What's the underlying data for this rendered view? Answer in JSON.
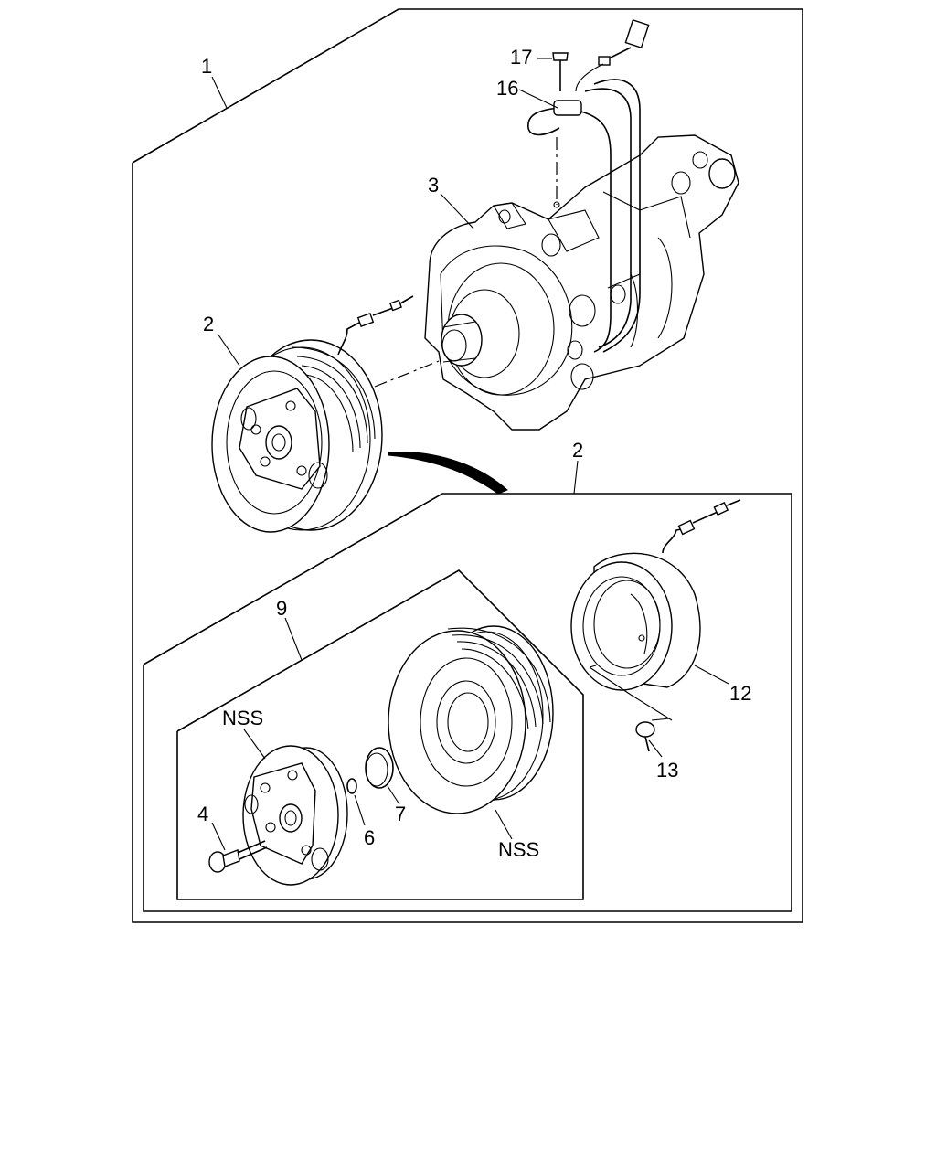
{
  "callouts": {
    "c1": "1",
    "c2_top": "2",
    "c2_group": "2",
    "c3": "3",
    "c4": "4",
    "c6": "6",
    "c7": "7",
    "c9": "9",
    "c12": "12",
    "c13": "13",
    "c16": "16",
    "c17": "17",
    "nss_plate": "NSS",
    "nss_pulley": "NSS"
  }
}
